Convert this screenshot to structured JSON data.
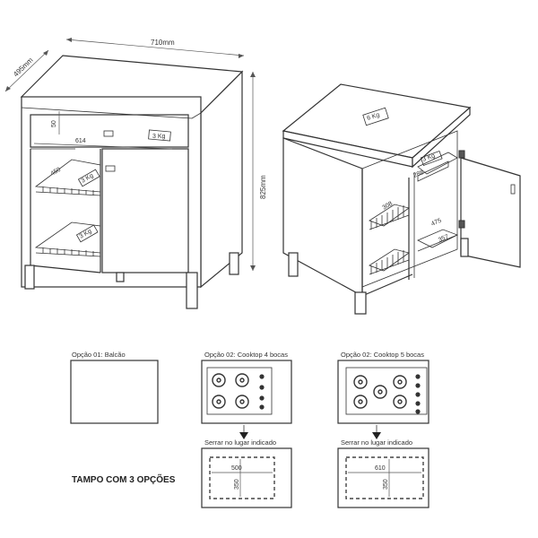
{
  "dimensions": {
    "width": "710mm",
    "depth": "495mm",
    "height": "825mm",
    "drawer_height": "50",
    "inner_width": "614",
    "shelf_depth_left": "450",
    "shelf_width_right_top": "288",
    "shelf_depth_right_left": "308",
    "right_lower_depth": "475",
    "right_lower_width": "357"
  },
  "weights": {
    "drawer": "3 Kg",
    "shelf_upper": "3 Kg",
    "shelf_lower": "3 Kg",
    "top": "6 Kg",
    "right_upper": "3 Kg"
  },
  "options": {
    "opt1": "Opção 01: Balcão",
    "opt2": "Opção 02: Cooktop 4 bocas",
    "opt3": "Opção 02: Cooktop 5 bocas"
  },
  "cut_label": "Serrar no lugar indicado",
  "cut1": {
    "w": "500",
    "h": "350"
  },
  "cut2": {
    "w": "610",
    "h": "350"
  },
  "main_title": "TAMPO COM 3 OPÇÕES"
}
